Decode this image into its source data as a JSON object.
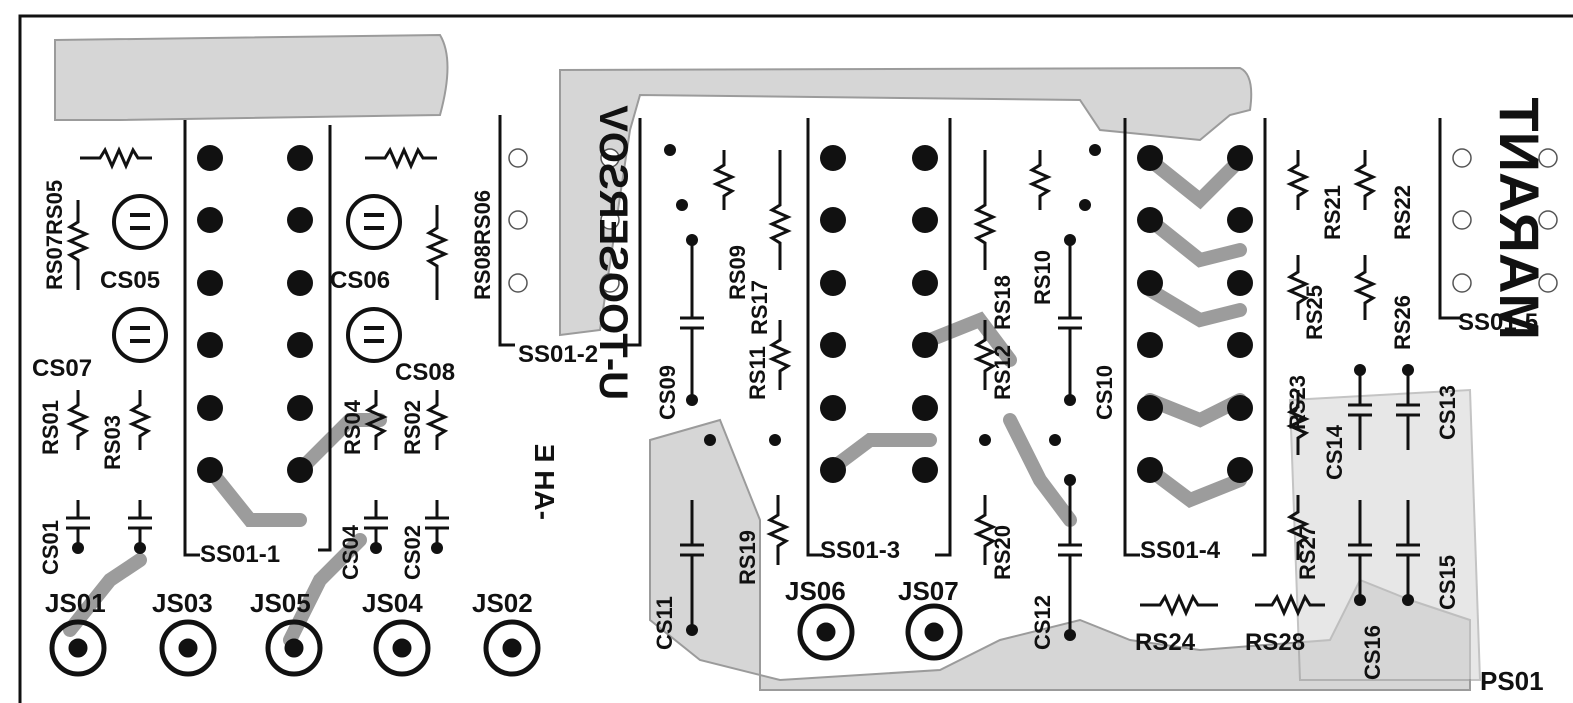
{
  "colors": {
    "ink": "#111111",
    "paper": "#ffffff",
    "copper": "#c9c9c9",
    "copper_dark": "#9a9a9a"
  },
  "headers": [
    {
      "id": "SS01-1",
      "label": "SS01-1"
    },
    {
      "id": "SS01-2",
      "label": "SS01-2"
    },
    {
      "id": "SS01-3",
      "label": "SS01-3"
    },
    {
      "id": "SS01-4",
      "label": "SS01-4"
    },
    {
      "id": "SS01-5",
      "label": "SS01-5"
    }
  ],
  "jacks": [
    {
      "id": "JS01",
      "label": "JS01"
    },
    {
      "id": "JS03",
      "label": "JS03"
    },
    {
      "id": "JS05",
      "label": "JS05"
    },
    {
      "id": "JS04",
      "label": "JS04"
    },
    {
      "id": "JS02",
      "label": "JS02"
    },
    {
      "id": "JS06",
      "label": "JS06"
    },
    {
      "id": "JS07",
      "label": "JS07"
    }
  ],
  "resistors": [
    "RS01",
    "RS02",
    "RS03",
    "RS04",
    "RS05",
    "RS06",
    "RS07",
    "RS08",
    "RS09",
    "RS10",
    "RS11",
    "RS12",
    "RS17",
    "RS18",
    "RS19",
    "RS20",
    "RS21",
    "RS22",
    "RS23",
    "RS24",
    "RS25",
    "RS26",
    "RS27",
    "RS28"
  ],
  "capacitors": [
    "CS01",
    "CS02",
    "CS04",
    "CS05",
    "CS06",
    "CS07",
    "CS08",
    "CS09",
    "CS10",
    "CS11",
    "CS12",
    "CS13",
    "CS14",
    "CS15",
    "CS16"
  ],
  "other": {
    "ps01": "PS01",
    "rs07rs05": "RS07RS05",
    "rs08rs06": "RS08RS06"
  },
  "mirrored_text": {
    "a": "-AH E",
    "b": "U-TOOSERSOV",
    "c": "MARANT"
  }
}
